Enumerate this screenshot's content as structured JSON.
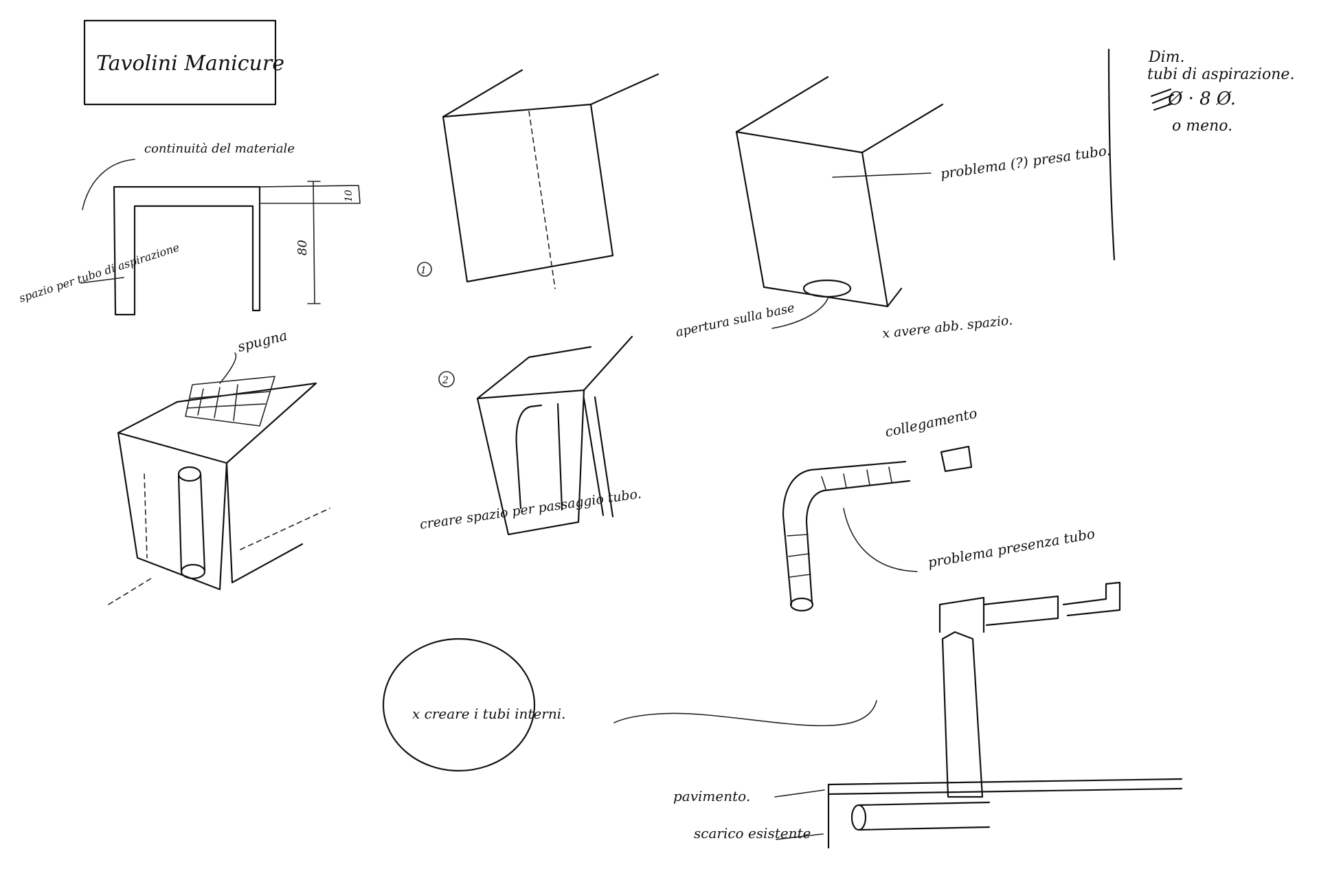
{
  "sheet": {
    "title": "Tavolini Manicure",
    "dim_note": {
      "line1": "Dim.",
      "line2": "tubi di aspirazione.",
      "line3": "Ø · 8 Ø.",
      "line4": "o meno."
    }
  },
  "sketch_table": {
    "continuity": "continuità del materiale",
    "space": "spazio per tubo di aspirazione",
    "dim_top": "10",
    "dim_height": "80",
    "sponge": "spugna"
  },
  "sketch_1": {
    "marker": "1"
  },
  "sketch_2": {
    "marker": "2",
    "note": "creare spazio per passaggio tubo."
  },
  "sketch_box": {
    "problem": "problema (?) presa tubo.",
    "opening": "apertura sulla base",
    "enough": "x avere abb. spazio."
  },
  "sketch_hose": {
    "connection": "collegamento",
    "problem": "problema presenza tubo"
  },
  "bubble": {
    "text": "x creare i tubi interni."
  },
  "sketch_floor": {
    "floor": "pavimento.",
    "drain": "scarico esistente"
  }
}
